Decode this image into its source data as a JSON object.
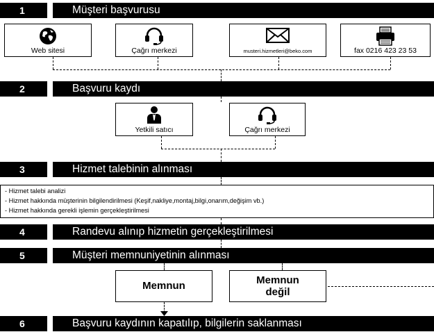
{
  "steps": [
    {
      "number": "1",
      "title": "Müşteri başvurusu"
    },
    {
      "number": "2",
      "title": "Başvuru kaydı"
    },
    {
      "number": "3",
      "title": "Hizmet talebinin alınması"
    },
    {
      "number": "4",
      "title": "Randevu alınıp hizmetin gerçekleştirilmesi"
    },
    {
      "number": "5",
      "title": "Müşteri memnuniyetinin alınması"
    },
    {
      "number": "6",
      "title": "Başvuru kaydının kapatılıp, bilgilerin saklanması"
    }
  ],
  "channels": [
    {
      "label": "Web sitesi",
      "icon": "globe-icon"
    },
    {
      "label": "Çağrı merkezi",
      "icon": "headset-icon"
    },
    {
      "label": "musteri.hizmetleri@beko.com",
      "icon": "envelope-icon"
    },
    {
      "label": "fax 0216 423 23 53",
      "icon": "fax-icon"
    }
  ],
  "registration": [
    {
      "label": "Yetkili satıcı",
      "icon": "person-icon"
    },
    {
      "label": "Çağrı merkezi",
      "icon": "headset-icon"
    }
  ],
  "service_items": [
    "- Hizmet talebi analizi",
    "- Hizmet hakkında müşterinin bilgilendirilmesi (Keşif,nakliye,montaj,bilgi,onarım,değişim vb.)",
    "- Hizmet hakkında gerekli işlemin gerçekleştirilmesi"
  ],
  "satisfaction": {
    "satisfied": "Memnun",
    "not_satisfied_line1": "Memnun",
    "not_satisfied_line2": "değil"
  }
}
